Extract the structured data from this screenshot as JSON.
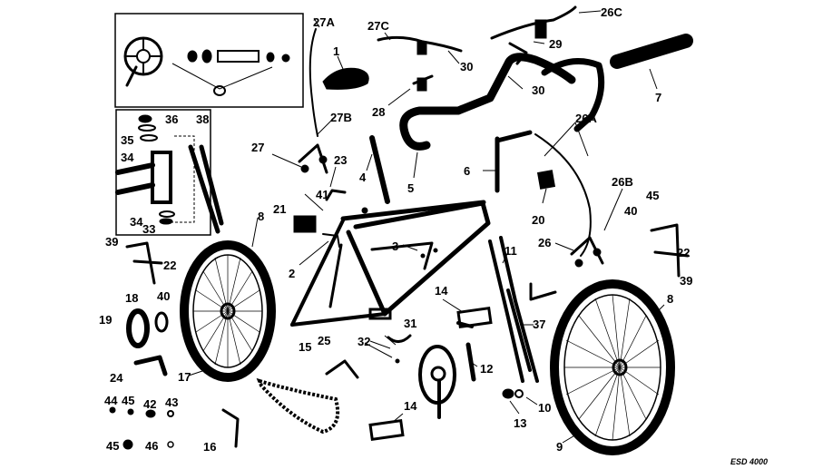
{
  "diagram": {
    "part_labels": [
      "1",
      "2",
      "3",
      "4",
      "5",
      "6",
      "7",
      "8",
      "8",
      "9",
      "10",
      "11",
      "12",
      "13",
      "14",
      "14",
      "15",
      "16",
      "17",
      "18",
      "19",
      "20",
      "21",
      "22",
      "22",
      "23",
      "24",
      "25",
      "26",
      "26A",
      "26B",
      "26C",
      "27",
      "27A",
      "27B",
      "27C",
      "28",
      "29",
      "30",
      "30",
      "31",
      "32",
      "33",
      "34",
      "34",
      "35",
      "36",
      "37",
      "38",
      "39",
      "39",
      "40",
      "40",
      "41",
      "42",
      "43",
      "44",
      "45",
      "45",
      "45",
      "46"
    ],
    "drawing_code": "ESD 4000"
  }
}
